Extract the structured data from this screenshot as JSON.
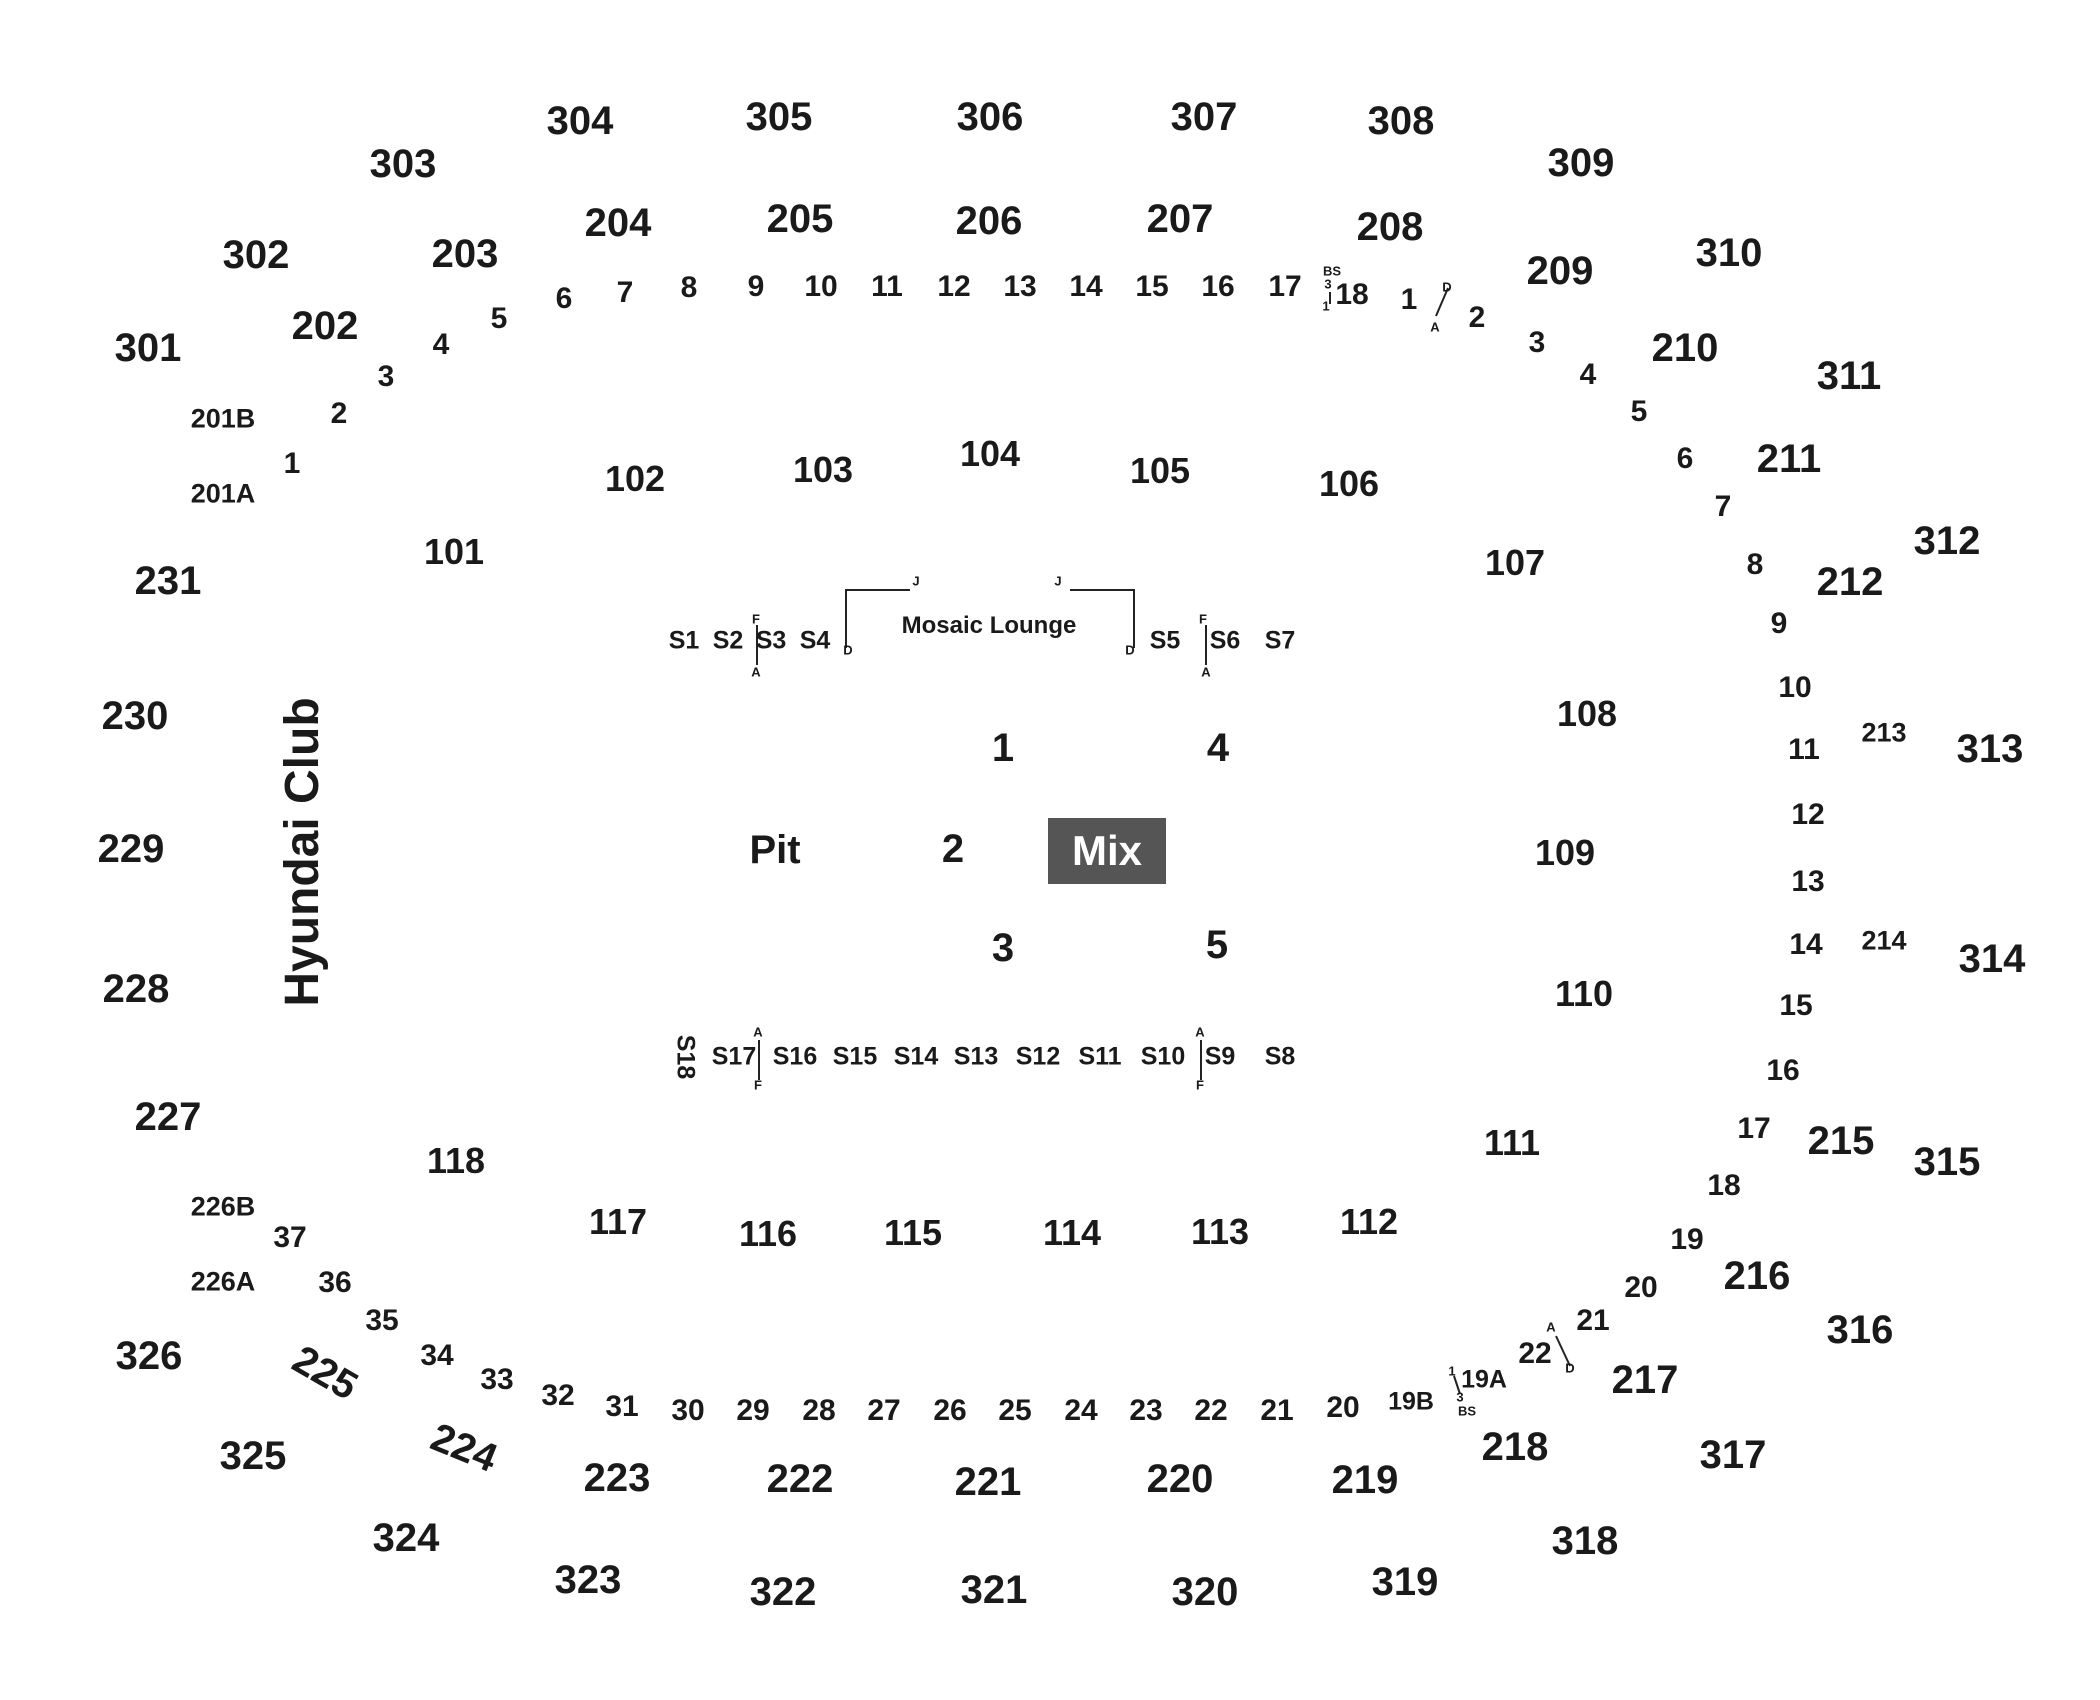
{
  "venue": {
    "club_label": "Hyundai Club",
    "lounge_label": "Mosaic Lounge",
    "mix_label": "Mix",
    "pit_label": "Pit",
    "colors": {
      "mix_box": "#555555",
      "text": "#1a1a1a",
      "background": "#ffffff"
    }
  },
  "sections_300": [
    "301",
    "302",
    "303",
    "304",
    "305",
    "306",
    "307",
    "308",
    "309",
    "310",
    "311",
    "312",
    "313",
    "314",
    "315",
    "316",
    "317",
    "318",
    "319",
    "320",
    "321",
    "322",
    "323",
    "324",
    "325",
    "326"
  ],
  "sections_200": [
    "201A",
    "201B",
    "202",
    "203",
    "204",
    "205",
    "206",
    "207",
    "208",
    "209",
    "210",
    "211",
    "212",
    "213",
    "214",
    "215",
    "216",
    "217",
    "218",
    "219",
    "220",
    "221",
    "222",
    "223",
    "224",
    "225",
    "226A",
    "226B",
    "227",
    "228",
    "229",
    "230",
    "231"
  ],
  "sections_100": [
    "101",
    "102",
    "103",
    "104",
    "105",
    "106",
    "107",
    "108",
    "109",
    "110",
    "111",
    "112",
    "113",
    "114",
    "115",
    "116",
    "117",
    "118"
  ],
  "suite_rows": {
    "top_left": [
      "1",
      "2",
      "3",
      "4",
      "5",
      "6",
      "7",
      "8",
      "9",
      "10",
      "11",
      "12",
      "13",
      "14",
      "15",
      "16",
      "17",
      "18"
    ],
    "top_right": [
      "1",
      "2",
      "3",
      "4",
      "5",
      "6",
      "7",
      "8",
      "9",
      "10",
      "11",
      "12",
      "13",
      "14",
      "15",
      "16",
      "17",
      "18",
      "19",
      "19A",
      "19B",
      "20",
      "21",
      "22"
    ],
    "bottom": [
      "20",
      "21",
      "22",
      "23",
      "24",
      "25",
      "26",
      "27",
      "28",
      "29",
      "30",
      "31",
      "32",
      "33",
      "34",
      "35",
      "36",
      "37"
    ]
  },
  "box_suites": [
    "S1",
    "S2",
    "S3",
    "S4",
    "S5",
    "S6",
    "S7",
    "S8",
    "S9",
    "S10",
    "S11",
    "S12",
    "S13",
    "S14",
    "S15",
    "S16",
    "S17",
    "S18"
  ],
  "floor_sections": [
    "1",
    "2",
    "3",
    "4",
    "5"
  ],
  "markers": [
    "A",
    "D",
    "F",
    "J",
    "BS",
    "3",
    "1"
  ]
}
